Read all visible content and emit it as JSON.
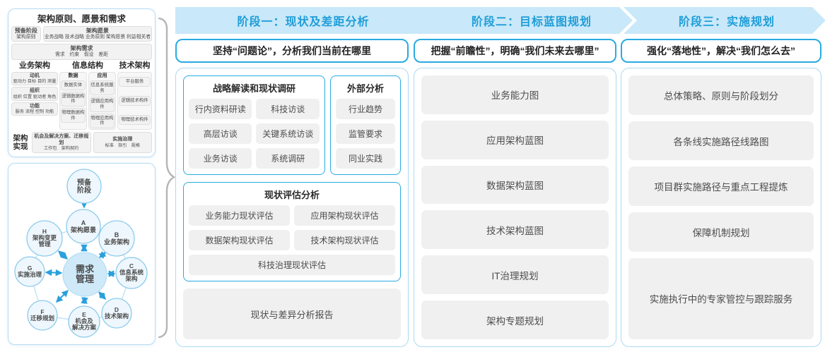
{
  "colors": {
    "banner_bg": "#c9e8f9",
    "banner_text": "#1f9ed9",
    "accent_border": "#29abe2",
    "panel_border": "#abdaf2",
    "item_bg": "#f0f0f0",
    "arrow_blue": "#2aa0dc",
    "brace_grey": "#b5b5b5"
  },
  "left_panel": {
    "title": "架构原则、愿景和需求",
    "prep_box": {
      "line1": "预备阶段",
      "line2": "架构原则"
    },
    "vision_box": {
      "title": "架构愿景",
      "items": "业务战略 技术战略 业务原则 架构愿景 利益相关者"
    },
    "req_box": {
      "title": "架构需求",
      "items": "需求　约束　假设　差距"
    },
    "business": {
      "title": "业务架构",
      "groups": [
        {
          "title": "动机",
          "sub": "驱动力 目标 目的 测量"
        },
        {
          "title": "组织",
          "sub": "组织 位置 驱动者 角色"
        },
        {
          "title": "功能",
          "sub": "服务 流程 控制 功能"
        }
      ]
    },
    "information": {
      "title": "信息结构",
      "columns": [
        {
          "title": "数据",
          "items": [
            "数据实体",
            "逻辑数据构件",
            "物理数据构件"
          ]
        },
        {
          "title": "应用",
          "items": [
            "信息系统服务",
            "逻辑应用构件",
            "物理应用构件"
          ]
        }
      ]
    },
    "technology": {
      "title": "技术架构",
      "items": [
        "平台服务",
        "逻辑技术构件",
        "物理技术构件"
      ]
    },
    "realization": {
      "label": "架构实现",
      "boxes": [
        {
          "title": "机会及解决方案、迁移规划",
          "sub": "工作包　架构契约"
        },
        {
          "title": "实施治理",
          "sub": "标准　指引　规格"
        }
      ]
    }
  },
  "adm": {
    "prep": [
      "预备",
      "阶段"
    ],
    "center": [
      "需求",
      "管理"
    ],
    "a": [
      "A",
      "架构愿景"
    ],
    "b": [
      "B",
      "业务架构"
    ],
    "c": [
      "C",
      "信息系统",
      "架构"
    ],
    "d": [
      "D",
      "技术架构"
    ],
    "e": [
      "E",
      "机会及",
      "解决方案"
    ],
    "f": [
      "F",
      "迁移规划"
    ],
    "g": [
      "G",
      "实施治理"
    ],
    "h": [
      "H",
      "架构变更",
      "管理"
    ]
  },
  "phases": [
    {
      "banner": "阶段一：现状及差距分析",
      "subtitle": "坚持“问题论”，分析我们当前在哪里",
      "survey": {
        "title": "战略解读和现状调研",
        "items": [
          "行内资料研读",
          "科技访谈",
          "高层访谈",
          "关键系统访谈",
          "业务访谈",
          "系统调研"
        ]
      },
      "external": {
        "title": "外部分析",
        "items": [
          "行业趋势",
          "监管要求",
          "同业实践"
        ]
      },
      "assessment": {
        "title": "现状评估分析",
        "items": [
          "业务能力现状评估",
          "应用架构现状评估",
          "数据架构现状评估",
          "技术架构现状评估",
          "科技治理现状评估"
        ]
      },
      "report": "现状与差异分析报告"
    },
    {
      "banner": "阶段二：目标蓝图规划",
      "subtitle": "把握“前瞻性”，明确“我们未来去哪里”",
      "items": [
        "业务能力图",
        "应用架构蓝图",
        "数据架构蓝图",
        "技术架构蓝图",
        "IT治理规划",
        "架构专题规划"
      ]
    },
    {
      "banner": "阶段三：实施规划",
      "subtitle": "强化“落地性”，解决“我们怎么去”",
      "items": [
        "总体策略、原则与阶段划分",
        "各条线实施路径线路图",
        "项目群实施路径与重点工程提炼",
        "保障机制规划",
        "实施执行中的专家管控与跟踪服务"
      ]
    }
  ]
}
